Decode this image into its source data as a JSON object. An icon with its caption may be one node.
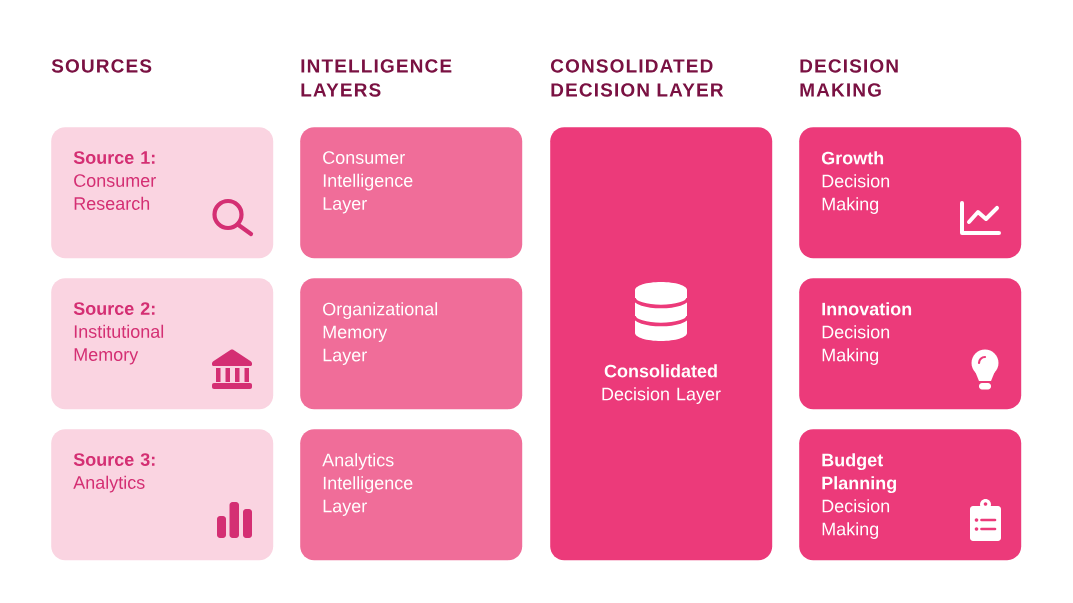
{
  "diagram": {
    "nodes": [
      {
        "text": [
          "Source 1:",
          "Consumer Research"
        ]
      },
      {
        "text": [
          "Source 2:",
          "Institutional Memory"
        ]
      },
      {
        "text": [
          "Source 3:",
          "Analytics"
        ]
      },
      {
        "text": [
          "Consumer Intelligence Layer"
        ]
      },
      {
        "text": [
          "Organizational Memory Layer"
        ]
      },
      {
        "text": [
          "Analytics Intelligence Layer"
        ]
      },
      {
        "text": [
          "Consolidated",
          "Decision Layer"
        ]
      },
      {
        "text": [
          "Growth",
          "Decision Making"
        ]
      },
      {
        "text": [
          "Innovation",
          "Decision Making"
        ]
      },
      {
        "text": [
          "Budget Planning",
          "Decision Making"
        ]
      }
    ],
    "labels": [
      "SOURCES",
      "INTELLIGENCE LAYERS",
      "CONSOLIDATED DECISION LAYER",
      "DECISION MAKING"
    ]
  }
}
